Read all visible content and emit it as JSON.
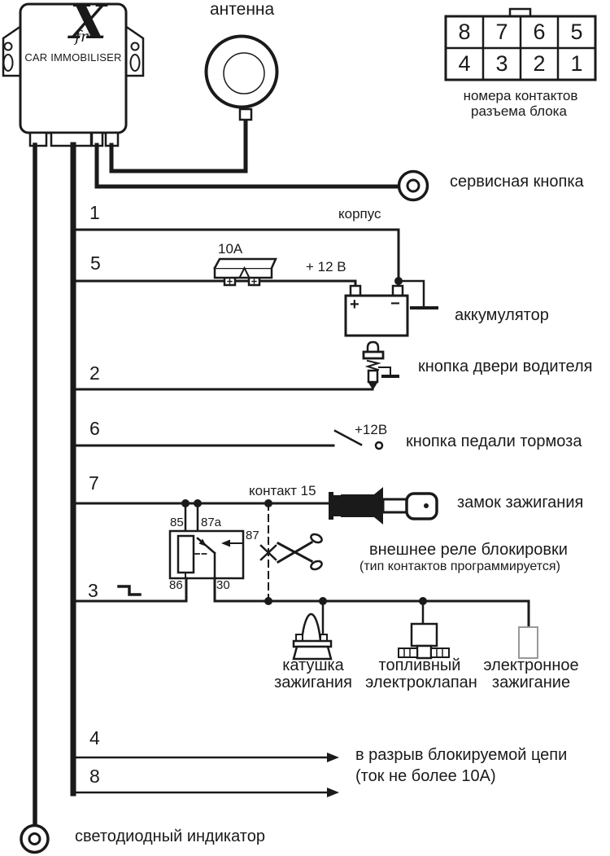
{
  "colors": {
    "line": "#1a1a1a",
    "muted_outline": "#999999"
  },
  "device": {
    "title": "CAR IMMOBILISER",
    "brand_mark": "X",
    "brand_script": "fr"
  },
  "antenna_label": "антенна",
  "connector_pinout": {
    "top_row": [
      "8",
      "7",
      "6",
      "5"
    ],
    "bottom_row": [
      "4",
      "3",
      "2",
      "1"
    ],
    "caption_line1": "номера контактов",
    "caption_line2": "разъема блока"
  },
  "service_button_label": "сервисная кнопка",
  "wire_numbers": {
    "w1": "1",
    "w5": "5",
    "w2": "2",
    "w6": "6",
    "w7": "7",
    "w3": "3",
    "w4": "4",
    "w8": "8"
  },
  "power": {
    "chassis_label": "корпус",
    "fuse_label": "10А",
    "voltage_label": "+ 12 В",
    "battery_label": "аккумулятор",
    "battery_plus": "+",
    "battery_minus": "−"
  },
  "door_button_label": "кнопка двери водителя",
  "brake": {
    "voltage_label": "+12В",
    "label": "кнопка педали тормоза"
  },
  "ignition": {
    "contact_label": "контакт 15",
    "lock_label": "замок зажигания"
  },
  "relay": {
    "pin_85": "85",
    "pin_87a": "87a",
    "pin_87": "87",
    "pin_86": "86",
    "pin_30": "30",
    "label": "внешнее реле блокировки",
    "sublabel": "(тип контактов программируется)"
  },
  "loads": {
    "coil_line1": "катушка",
    "coil_line2": "зажигания",
    "valve_line1": "топливный",
    "valve_line2": "электроклапан",
    "eign_line1": "электронное",
    "eign_line2": "зажигание"
  },
  "break_circuit": {
    "line1": "в разрыв блокируемой цепи",
    "line2": "(ток не более 10А)"
  },
  "led_label": "светодиодный индикатор"
}
